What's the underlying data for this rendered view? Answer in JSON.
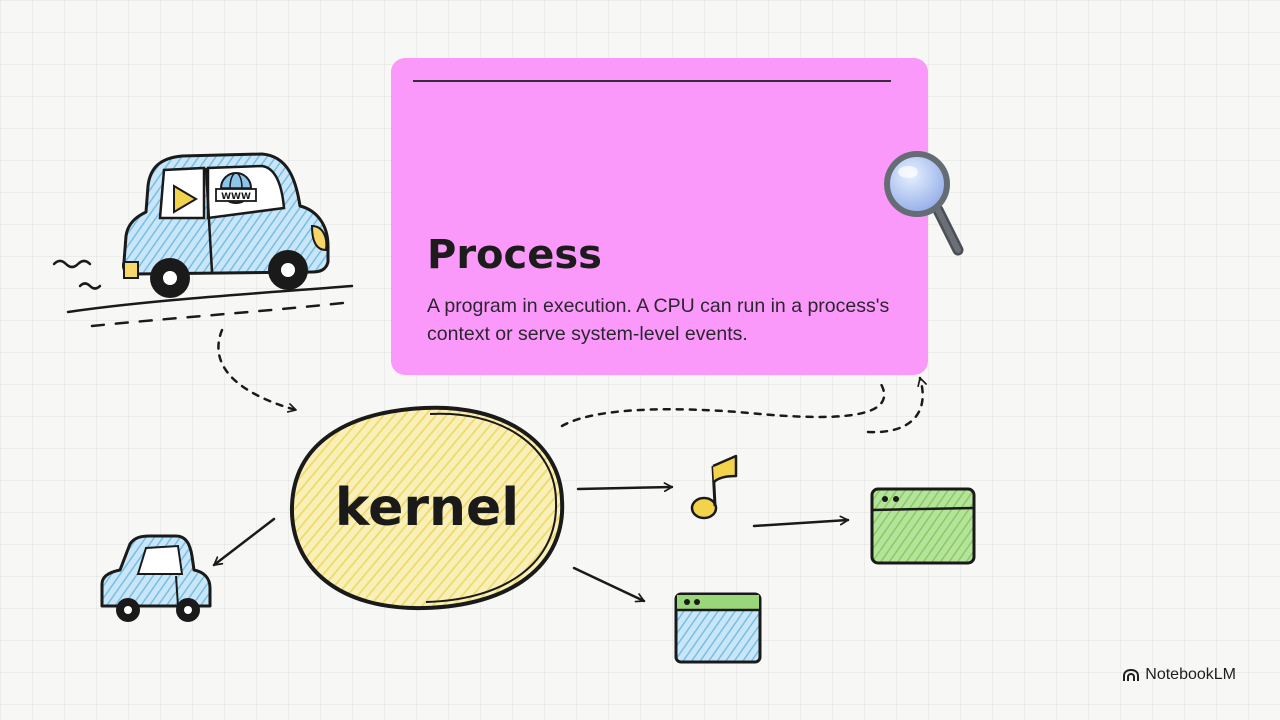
{
  "card": {
    "title": "Process",
    "description": "A program in execution. A CPU can run in a process's context or serve system-level events.",
    "color": "#fb99fb"
  },
  "kernel": {
    "label": "kernel",
    "fill": "#f4e37e"
  },
  "car_sign": {
    "text": "WWW"
  },
  "brand": {
    "name": "NotebookLM"
  },
  "icons": [
    "car-icon",
    "play-icon",
    "globe-icon",
    "magnifier-icon",
    "music-note-icon",
    "window-icon",
    "small-car-icon",
    "notebooklm-logo-icon"
  ],
  "colors": {
    "car_blue": "#a7d5ef",
    "window_green": "#9ad67a",
    "window_blue": "#9cc9eb",
    "note_yellow": "#f4e37e"
  }
}
